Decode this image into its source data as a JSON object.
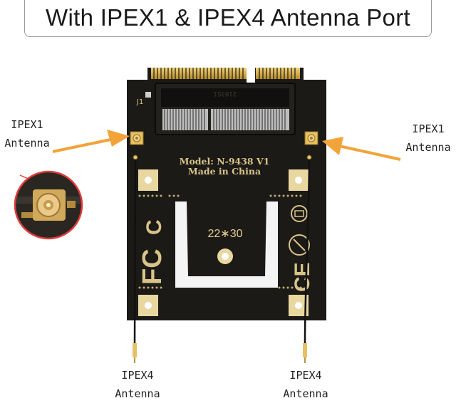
{
  "title": "With IPEX1 & IPEX4 Antenna Port",
  "labels": {
    "ipex1_left": [
      "IPEX1",
      "Antenna"
    ],
    "ipex1_right": [
      "IPEX1",
      "Antenna"
    ],
    "ipex4_left": [
      "IPEX4",
      "Antenna"
    ],
    "ipex4_right": [
      "IPEX4",
      "Antenna"
    ]
  },
  "board": {
    "model_line": "Model: N-9438  V1",
    "made_line": "Made in China",
    "size_marking": "22∗30",
    "silkscreen_j1": "J1",
    "pcb_color": "#1a1814",
    "gold_color": "#d9b454",
    "connector_markings": "2103S1"
  },
  "colors": {
    "arrow": "#f2a33a",
    "zoom_ring": "#e03a3a"
  }
}
